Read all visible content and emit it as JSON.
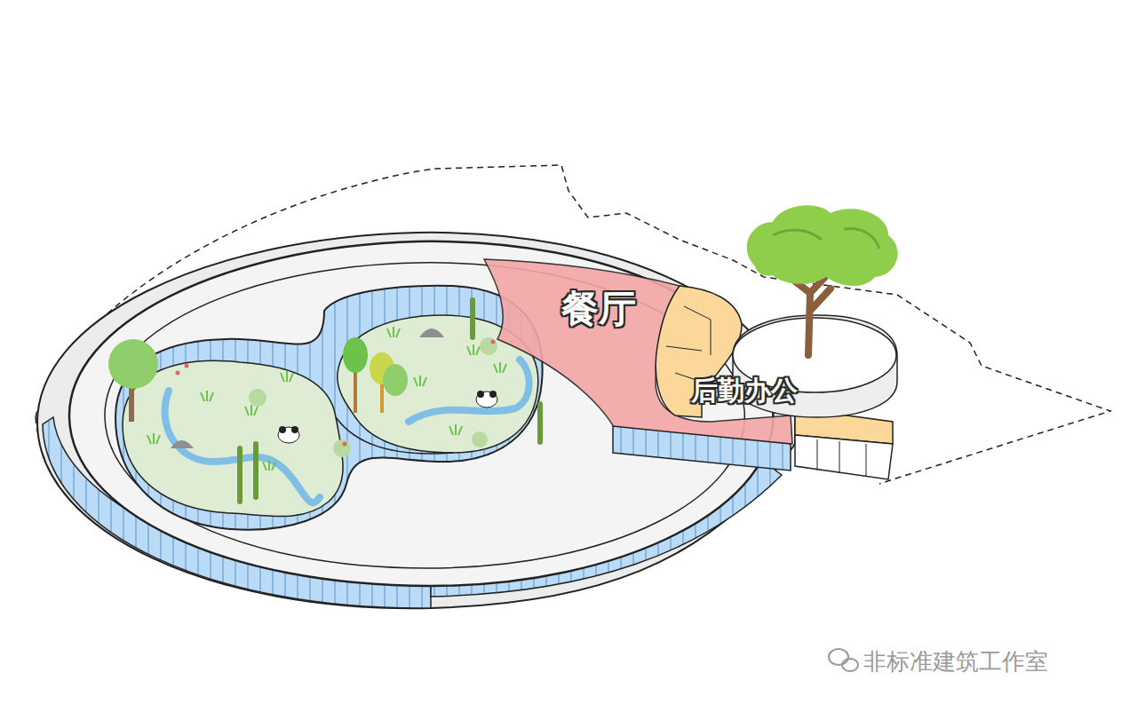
{
  "diagram": {
    "nodes": [
      {
        "text": [
          "餐厅"
        ]
      },
      {
        "text": [
          "后勤办公"
        ]
      }
    ],
    "labels": [
      "非标准建筑工作室"
    ]
  }
}
